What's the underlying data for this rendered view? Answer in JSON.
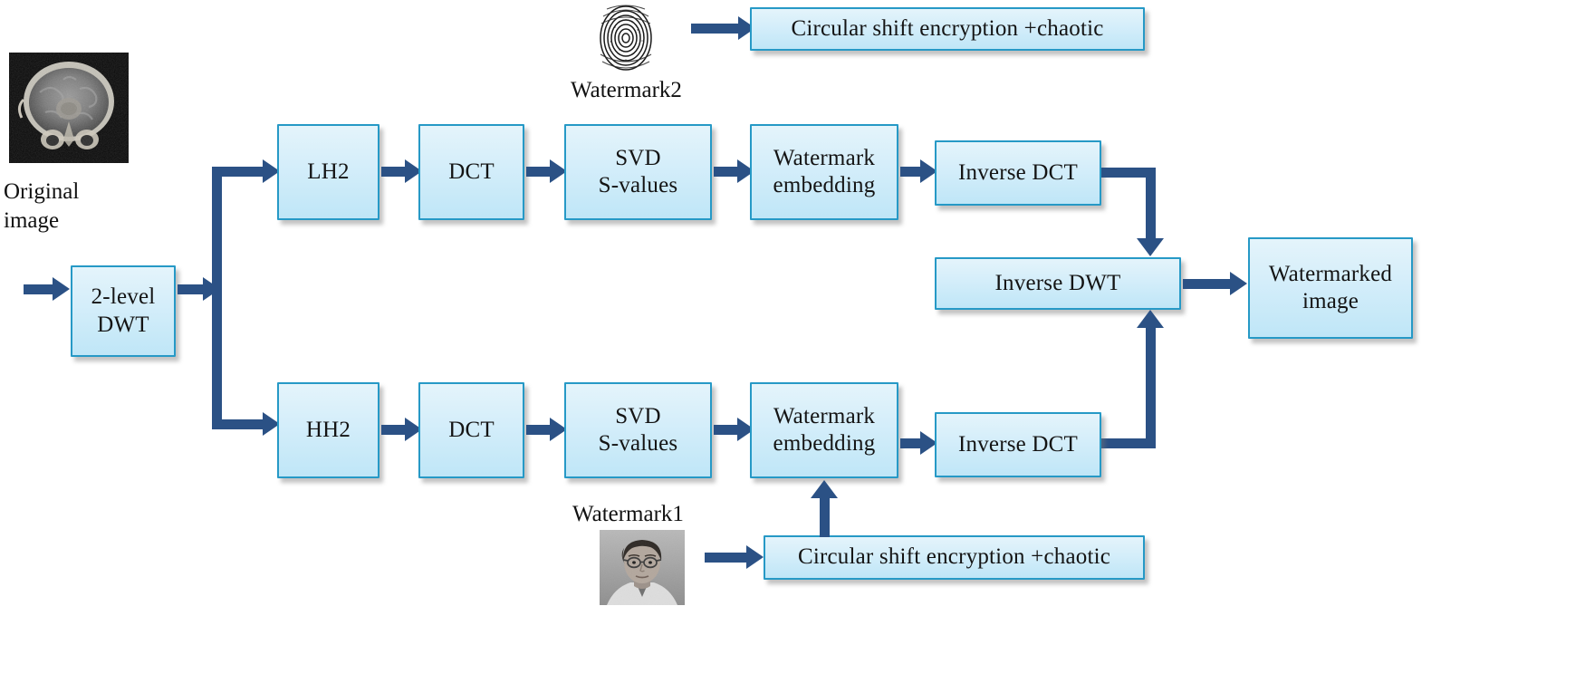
{
  "diagram": {
    "title": "DWT-DCT-SVD dual watermark embedding block diagram",
    "colors": {
      "box_border": "#2699c6",
      "box_fill_top": "#e4f4fb",
      "box_fill_bottom": "#bfe6f7",
      "arrow": "#2b5185",
      "text": "#141414"
    },
    "captions": {
      "original_image": "Original\nimage",
      "watermark2": "Watermark2",
      "watermark1": "Watermark1"
    },
    "images": [
      {
        "name": "original-mri-image",
        "label": "Original image",
        "kind": "mri-brain-scan"
      },
      {
        "name": "watermark2-fingerprint-image",
        "label": "Watermark2",
        "kind": "fingerprint"
      },
      {
        "name": "watermark1-face-image",
        "label": "Watermark1",
        "kind": "face-photo"
      }
    ],
    "nodes": {
      "dwt": "2-level\nDWT",
      "dwt_line1": "2-level",
      "dwt_line2": "DWT",
      "lh2": "LH2",
      "hh2": "HH2",
      "dct_top": "DCT",
      "dct_bottom": "DCT",
      "svd_top_line1": "SVD",
      "svd_top_line2": "S-values",
      "svd_bottom_line1": "SVD",
      "svd_bottom_line2": "S-values",
      "embed_top_line1": "Watermark",
      "embed_top_line2": "embedding",
      "embed_bottom_line1": "Watermark",
      "embed_bottom_line2": "embedding",
      "idct_top": "Inverse DCT",
      "idct_bottom": "Inverse DCT",
      "idwt": "Inverse DWT",
      "watermarked_line1": "Watermarked",
      "watermarked_line2": "image",
      "encrypt_top": "Circular shift encryption +chaotic",
      "encrypt_bottom": "Circular shift encryption +chaotic"
    }
  }
}
